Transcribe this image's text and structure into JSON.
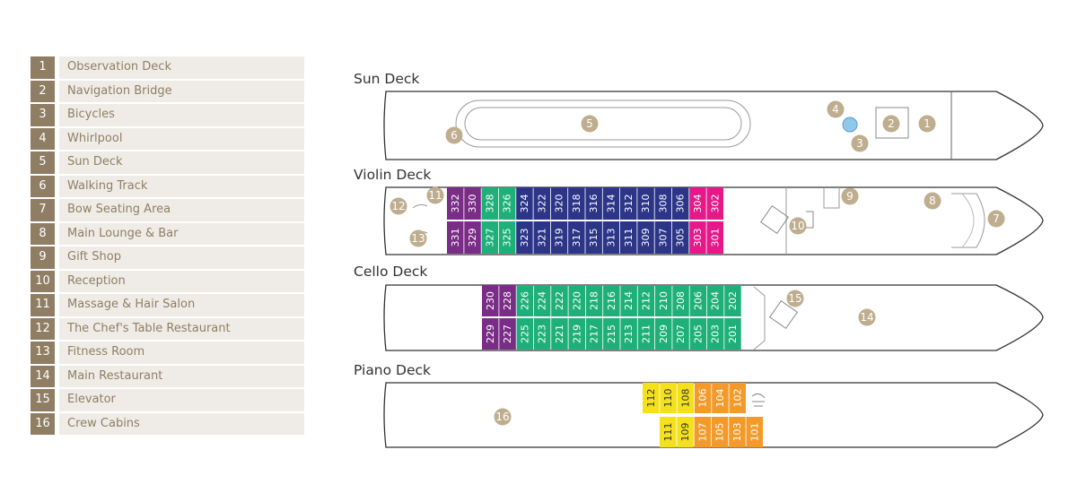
{
  "legend": [
    {
      "num": "1",
      "label": "Observation Deck"
    },
    {
      "num": "2",
      "label": "Navigation Bridge"
    },
    {
      "num": "3",
      "label": "Bicycles"
    },
    {
      "num": "4",
      "label": "Whirlpool"
    },
    {
      "num": "5",
      "label": "Sun Deck"
    },
    {
      "num": "6",
      "label": "Walking Track"
    },
    {
      "num": "7",
      "label": "Bow Seating Area"
    },
    {
      "num": "8",
      "label": "Main Lounge & Bar"
    },
    {
      "num": "9",
      "label": "Gift Shop"
    },
    {
      "num": "10",
      "label": "Reception"
    },
    {
      "num": "11",
      "label": "Massage & Hair Salon"
    },
    {
      "num": "12",
      "label": "The Chef's Table Restaurant"
    },
    {
      "num": "13",
      "label": "Fitness Room"
    },
    {
      "num": "14",
      "label": "Main Restaurant"
    },
    {
      "num": "15",
      "label": "Elevator"
    },
    {
      "num": "16",
      "label": "Crew Cabins"
    }
  ],
  "colors": {
    "legend_number_bg": "#8f7e64",
    "legend_label_bg": "#efece7",
    "legend_text": "#8f7e64",
    "marker": "#bfad8f",
    "purple": "#7a2d86",
    "green": "#1fb07a",
    "navy": "#2c3587",
    "magenta": "#e6198a",
    "yellow": "#f5e11b",
    "orange": "#f39a2b"
  },
  "decks": [
    {
      "name": "Sun Deck",
      "markers": [
        "1",
        "2",
        "3",
        "4",
        "5",
        "6"
      ],
      "cabins_top": [],
      "cabins_bottom": []
    },
    {
      "name": "Violin Deck",
      "markers": [
        "7",
        "8",
        "9",
        "10",
        "11",
        "12",
        "13"
      ],
      "cabins_top": [
        {
          "num": "332",
          "color": "purple"
        },
        {
          "num": "330",
          "color": "purple"
        },
        {
          "num": "328",
          "color": "green"
        },
        {
          "num": "326",
          "color": "green"
        },
        {
          "num": "324",
          "color": "navy"
        },
        {
          "num": "322",
          "color": "navy"
        },
        {
          "num": "320",
          "color": "navy"
        },
        {
          "num": "318",
          "color": "navy"
        },
        {
          "num": "316",
          "color": "navy"
        },
        {
          "num": "314",
          "color": "navy"
        },
        {
          "num": "312",
          "color": "navy"
        },
        {
          "num": "310",
          "color": "navy"
        },
        {
          "num": "308",
          "color": "navy"
        },
        {
          "num": "306",
          "color": "navy"
        },
        {
          "num": "304",
          "color": "magenta"
        },
        {
          "num": "302",
          "color": "magenta"
        }
      ],
      "cabins_bottom": [
        {
          "num": "331",
          "color": "purple"
        },
        {
          "num": "329",
          "color": "purple"
        },
        {
          "num": "327",
          "color": "green"
        },
        {
          "num": "325",
          "color": "green"
        },
        {
          "num": "323",
          "color": "navy"
        },
        {
          "num": "321",
          "color": "navy"
        },
        {
          "num": "319",
          "color": "navy"
        },
        {
          "num": "317",
          "color": "navy"
        },
        {
          "num": "315",
          "color": "navy"
        },
        {
          "num": "313",
          "color": "navy"
        },
        {
          "num": "311",
          "color": "navy"
        },
        {
          "num": "309",
          "color": "navy"
        },
        {
          "num": "307",
          "color": "navy"
        },
        {
          "num": "305",
          "color": "navy"
        },
        {
          "num": "303",
          "color": "magenta"
        },
        {
          "num": "301",
          "color": "magenta"
        }
      ]
    },
    {
      "name": "Cello Deck",
      "markers": [
        "14",
        "15"
      ],
      "cabins_top": [
        {
          "num": "230",
          "color": "purple"
        },
        {
          "num": "228",
          "color": "purple"
        },
        {
          "num": "226",
          "color": "green"
        },
        {
          "num": "224",
          "color": "green"
        },
        {
          "num": "222",
          "color": "green"
        },
        {
          "num": "220",
          "color": "green"
        },
        {
          "num": "218",
          "color": "green"
        },
        {
          "num": "216",
          "color": "green"
        },
        {
          "num": "214",
          "color": "green"
        },
        {
          "num": "212",
          "color": "green"
        },
        {
          "num": "210",
          "color": "green"
        },
        {
          "num": "208",
          "color": "green"
        },
        {
          "num": "206",
          "color": "green"
        },
        {
          "num": "204",
          "color": "green"
        },
        {
          "num": "202",
          "color": "green"
        }
      ],
      "cabins_bottom": [
        {
          "num": "229",
          "color": "purple"
        },
        {
          "num": "227",
          "color": "purple"
        },
        {
          "num": "225",
          "color": "green"
        },
        {
          "num": "223",
          "color": "green"
        },
        {
          "num": "221",
          "color": "green"
        },
        {
          "num": "219",
          "color": "green"
        },
        {
          "num": "217",
          "color": "green"
        },
        {
          "num": "215",
          "color": "green"
        },
        {
          "num": "213",
          "color": "green"
        },
        {
          "num": "211",
          "color": "green"
        },
        {
          "num": "209",
          "color": "green"
        },
        {
          "num": "207",
          "color": "green"
        },
        {
          "num": "205",
          "color": "green"
        },
        {
          "num": "203",
          "color": "green"
        },
        {
          "num": "201",
          "color": "green"
        }
      ]
    },
    {
      "name": "Piano Deck",
      "markers": [
        "16"
      ],
      "cabins_top": [
        {
          "num": "112",
          "color": "yellow"
        },
        {
          "num": "110",
          "color": "yellow"
        },
        {
          "num": "108",
          "color": "yellow"
        },
        {
          "num": "106",
          "color": "orange"
        },
        {
          "num": "104",
          "color": "orange"
        },
        {
          "num": "102",
          "color": "orange"
        }
      ],
      "cabins_bottom": [
        {
          "num": "111",
          "color": "yellow"
        },
        {
          "num": "109",
          "color": "yellow"
        },
        {
          "num": "107",
          "color": "orange"
        },
        {
          "num": "105",
          "color": "orange"
        },
        {
          "num": "103",
          "color": "orange"
        },
        {
          "num": "101",
          "color": "orange"
        }
      ]
    }
  ]
}
